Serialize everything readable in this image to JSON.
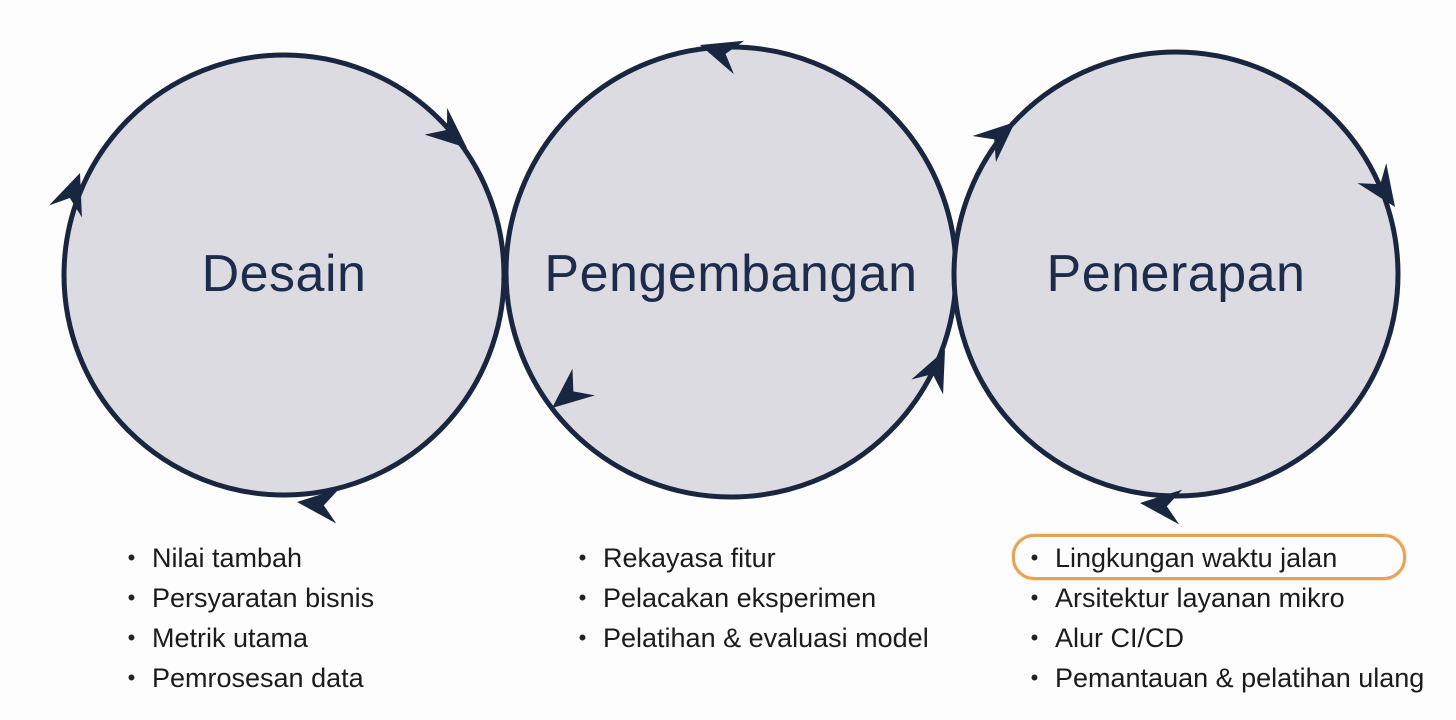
{
  "diagram": {
    "bullet": "•",
    "colors": {
      "background": "#fdfdfd",
      "circle_fill": "#dcdbe2",
      "circle_stroke": "#18263f",
      "title_text": "#1d2c4b",
      "list_text": "#1b1b1d",
      "highlight_border": "#e7a254"
    },
    "stages": [
      {
        "title": "Desain",
        "items": [
          "Nilai tambah",
          "Persyaratan bisnis",
          "Metrik utama",
          "Pemrosesan data"
        ]
      },
      {
        "title": "Pengembangan",
        "items": [
          "Rekayasa fitur",
          "Pelacakan eksperimen",
          "Pelatihan & evaluasi model"
        ]
      },
      {
        "title": "Penerapan",
        "items": [
          "Lingkungan waktu jalan",
          "Arsitektur layanan mikro",
          "Alur CI/CD",
          "Pemantauan & pelatihan ulang"
        ],
        "highlighted_item": "Lingkungan waktu jalan"
      }
    ]
  }
}
